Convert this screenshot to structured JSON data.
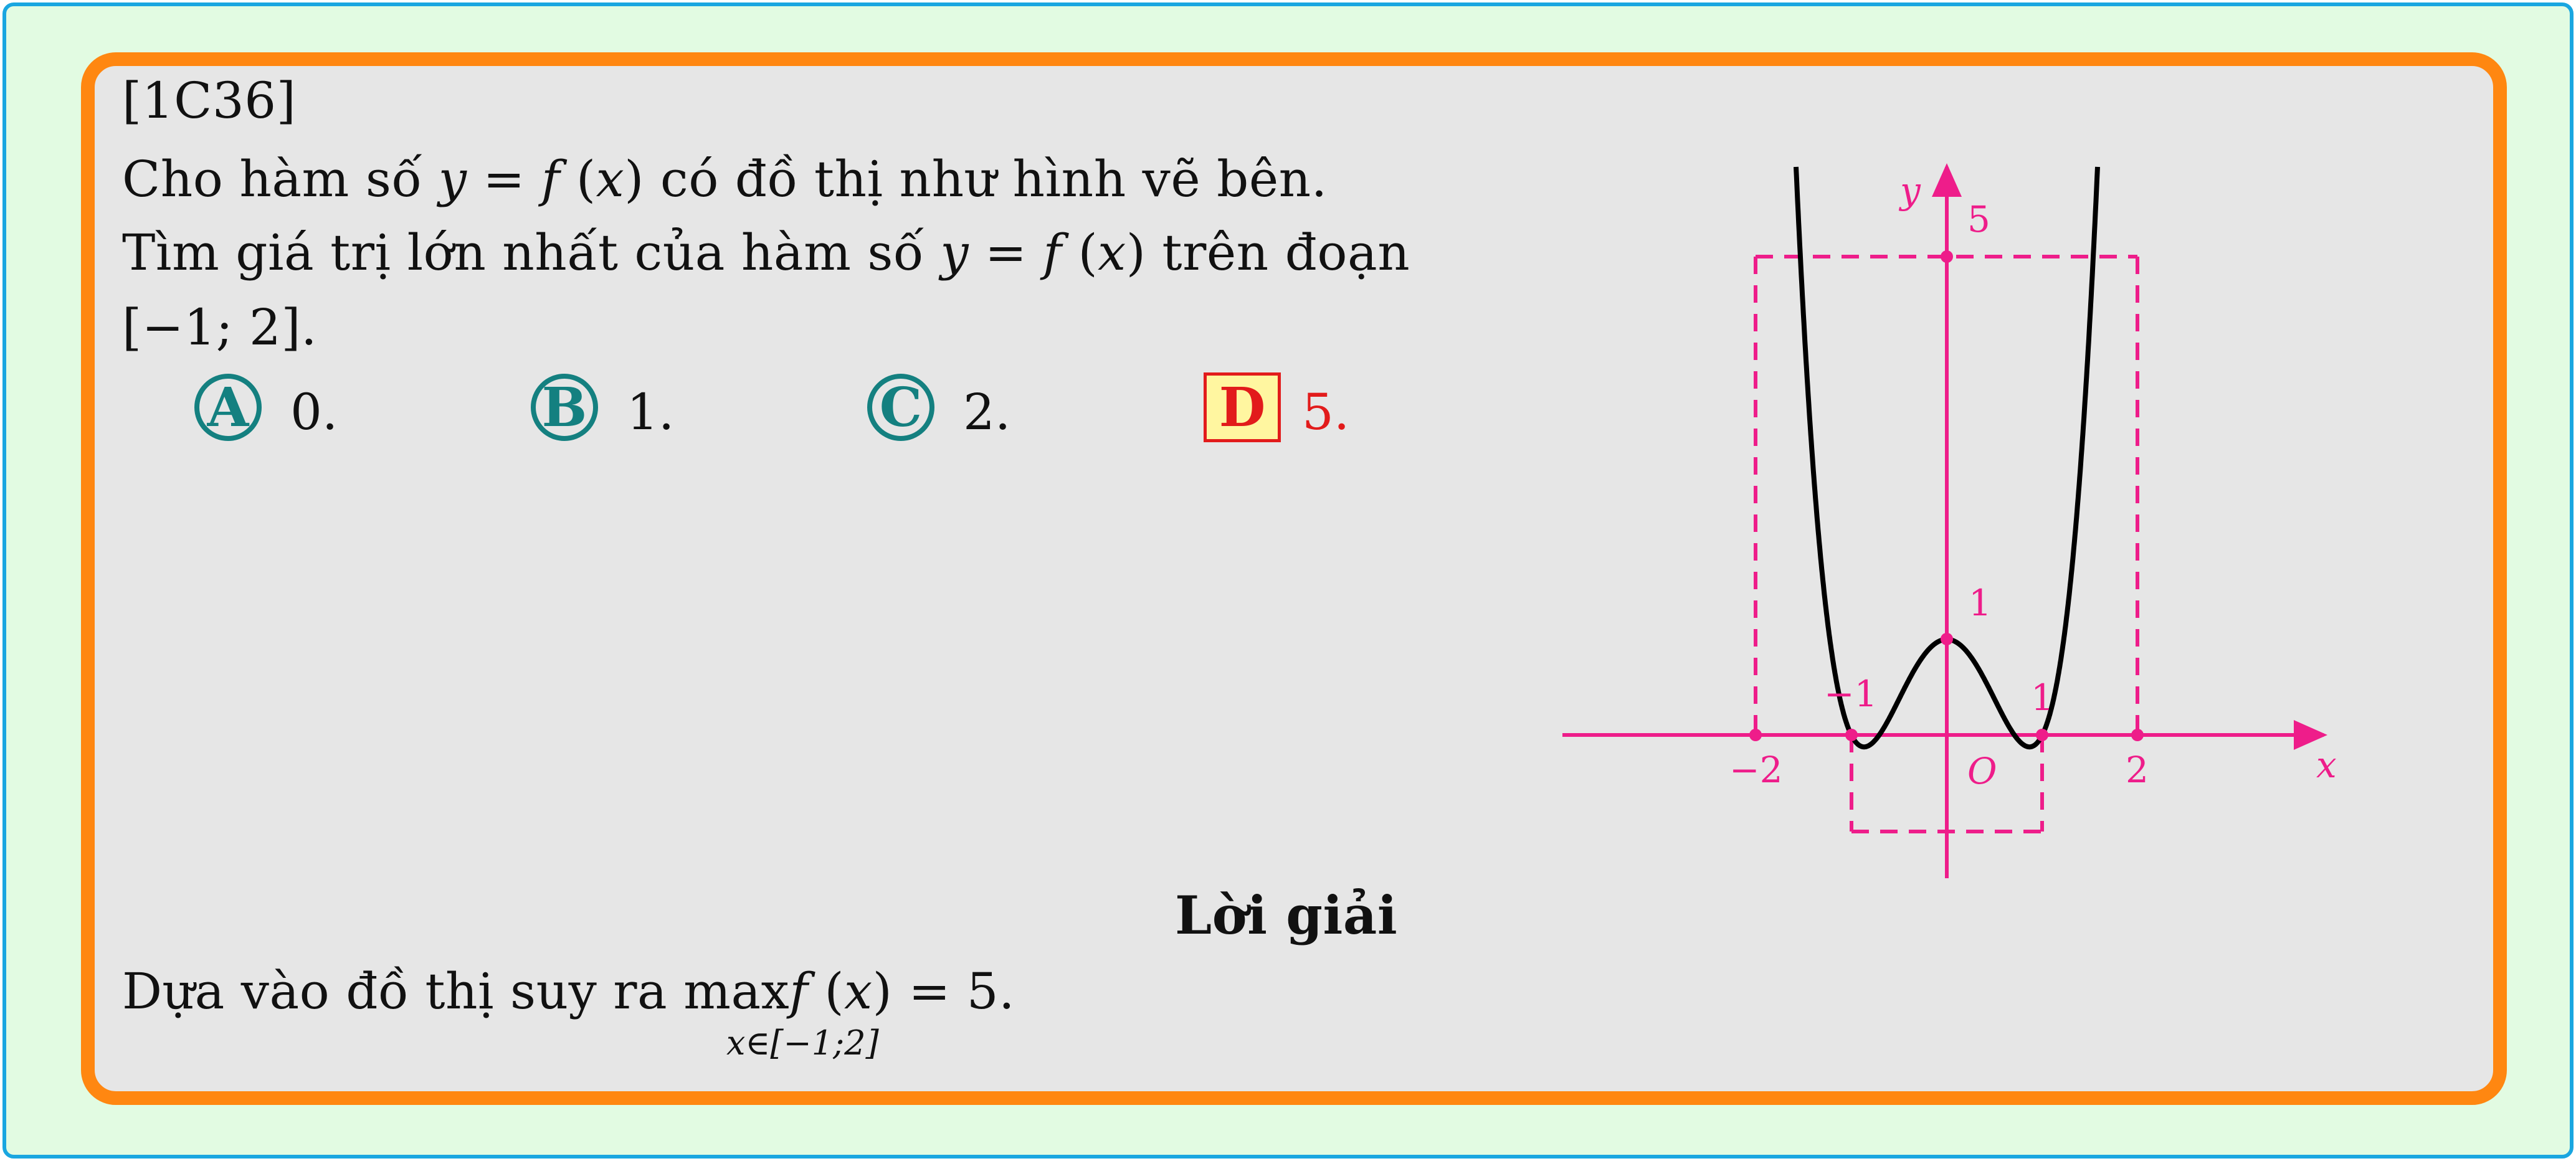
{
  "problem": {
    "id": "[1C36]",
    "line1": {
      "a": "Cho hàm số ",
      "y": "y",
      "eq": " = ",
      "f": "f",
      "paren_open": " (",
      "x": "x",
      "paren_close": ")",
      "b": " có đồ thị như hình vẽ bên."
    },
    "line2": {
      "a": "Tìm giá trị lớn nhất của hàm số ",
      "y": "y",
      "eq": " = ",
      "f": "f",
      "paren_open": " (",
      "x": "x",
      "paren_close": ")",
      "b": " trên đoạn"
    },
    "line3": "[−1; 2]."
  },
  "options": [
    {
      "letter": "A",
      "text": "0.",
      "correct": false
    },
    {
      "letter": "B",
      "text": "1.",
      "correct": false
    },
    {
      "letter": "C",
      "text": "2.",
      "correct": false
    },
    {
      "letter": "D",
      "text": "5.",
      "correct": true
    }
  ],
  "solution": {
    "title": "Lời giải",
    "a": "Dựa vào đồ thị suy ra ",
    "max": "max",
    "sub": "x∈[−1;2]",
    "f": "f",
    "paren_open": " (",
    "x": "x",
    "paren_close": ")",
    "b": " = 5."
  },
  "graph": {
    "axis_x_label": "x",
    "axis_y_label": "y",
    "origin_label": "O",
    "tick_labels": {
      "x_neg2": "−2",
      "x_neg1": "−1",
      "x_1": "1",
      "x_2": "2",
      "y_1": "1",
      "y_5": "5"
    },
    "colors": {
      "axes": "#ee1d8a",
      "curve": "#000000",
      "dashed": "#ee1d8a"
    }
  }
}
